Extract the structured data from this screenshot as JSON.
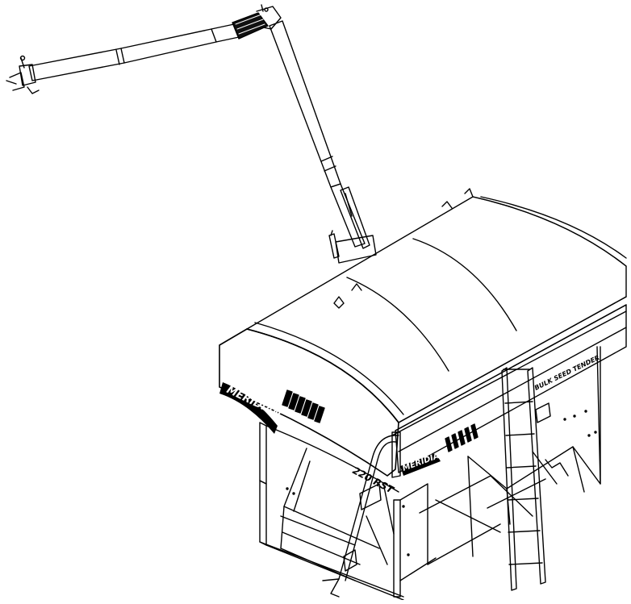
{
  "drawing": {
    "brand_text": "MERIDIAN",
    "model_text": "220 RST",
    "side_panel_text": "BULK SEED TENDER",
    "line_color": "#000000",
    "background_color": "#ffffff"
  }
}
